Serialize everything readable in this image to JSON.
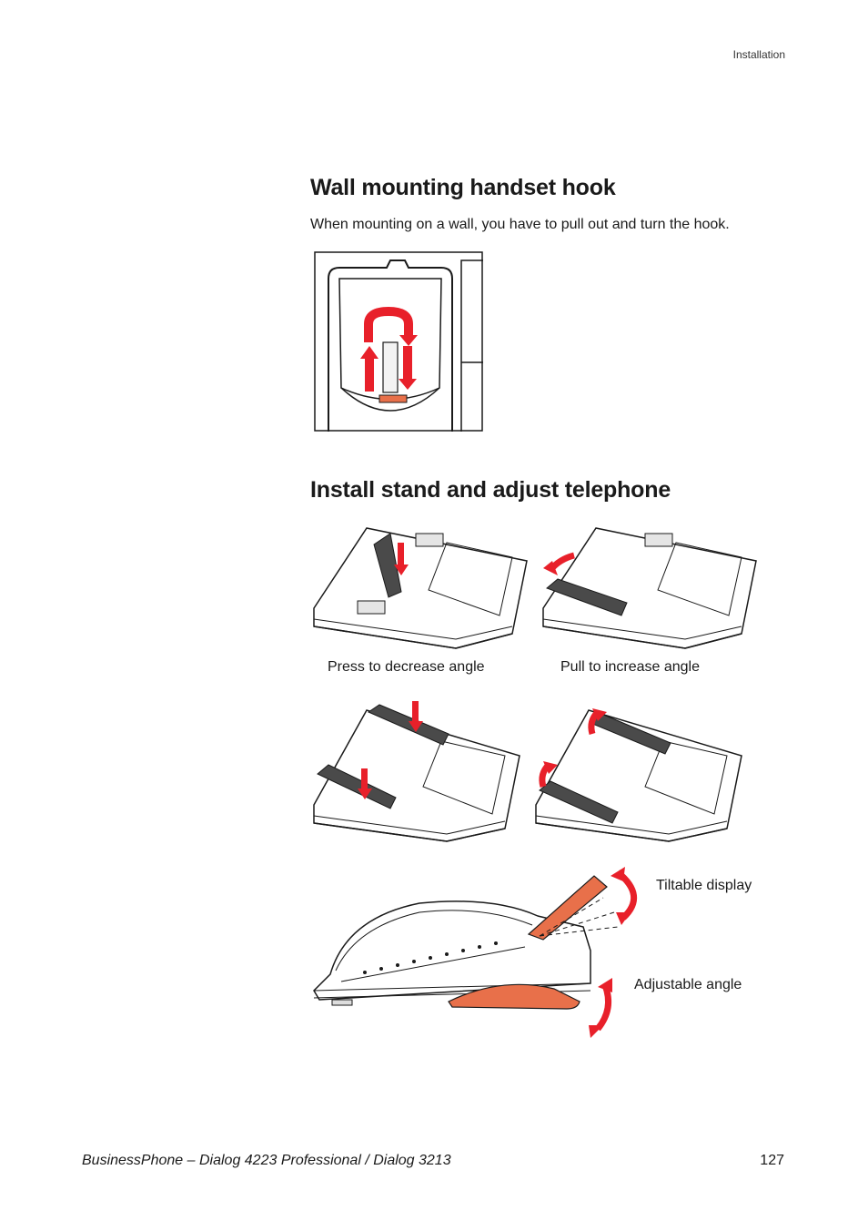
{
  "header": {
    "section": "Installation"
  },
  "section1": {
    "title": "Wall mounting handset hook",
    "body": "When mounting on a wall, you have to pull out and turn the hook."
  },
  "section2": {
    "title": "Install stand and adjust telephone",
    "captions": {
      "press": "Press to decrease angle",
      "pull": "Pull to increase angle",
      "tiltable": "Tiltable display",
      "adjustable": "Adjustable angle"
    }
  },
  "footer": {
    "title": "BusinessPhone – Dialog 4223 Professional / Dialog 3213",
    "page": "127"
  },
  "colors": {
    "arrow": "#e8202a",
    "accent": "#e8704a",
    "line": "#1a1a1a"
  }
}
